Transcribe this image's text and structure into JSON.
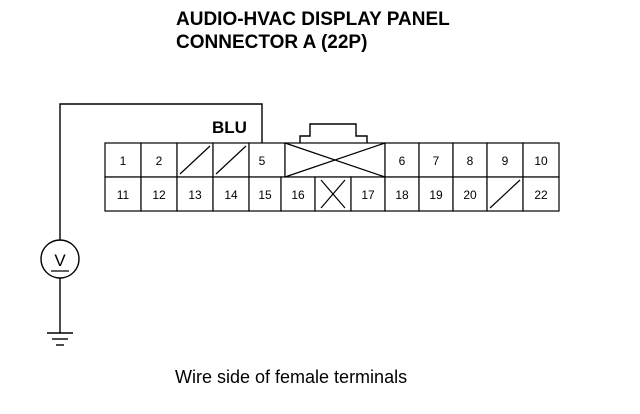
{
  "title": {
    "line1": "AUDIO-HVAC DISPLAY PANEL",
    "line2": "CONNECTOR A (22P)"
  },
  "wire": {
    "label": "BLU"
  },
  "meter": {
    "symbol": "V",
    "icon": "voltmeter-icon"
  },
  "ground": {
    "icon": "ground-icon"
  },
  "connector": {
    "row1": [
      "1",
      "2",
      "",
      "",
      "5",
      "",
      "",
      "6",
      "7",
      "8",
      "9",
      "10"
    ],
    "row2": [
      "11",
      "12",
      "13",
      "14",
      "15",
      "16",
      "",
      "17",
      "18",
      "19",
      "20",
      "",
      "22"
    ]
  },
  "caption": "Wire side of female terminals"
}
